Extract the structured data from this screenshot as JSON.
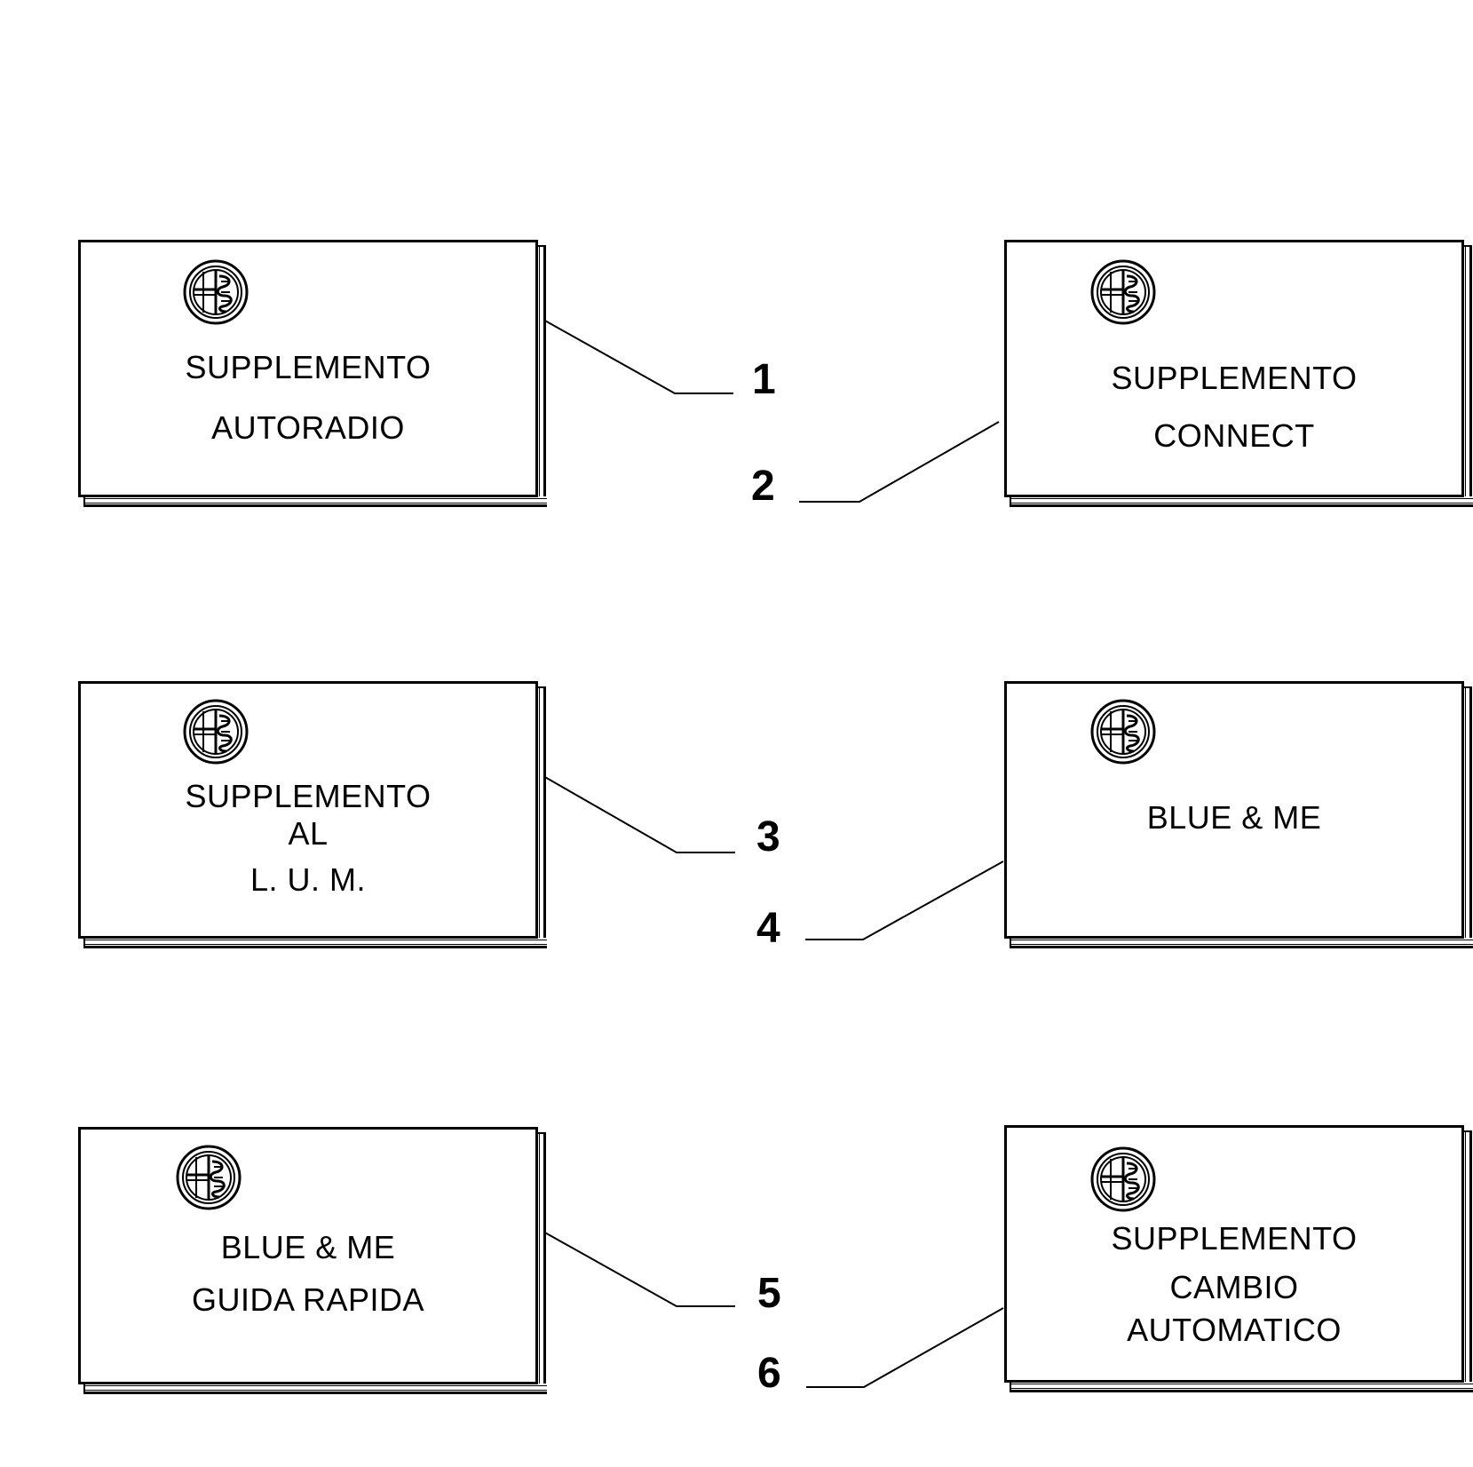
{
  "items": [
    {
      "number": "1",
      "lines": [
        "SUPPLEMENTO",
        "AUTORADIO"
      ]
    },
    {
      "number": "2",
      "lines": [
        "SUPPLEMENTO",
        "CONNECT"
      ]
    },
    {
      "number": "3",
      "lines": [
        "SUPPLEMENTO",
        "AL",
        "L. U. M."
      ]
    },
    {
      "number": "4",
      "lines": [
        "BLUE & ME"
      ]
    },
    {
      "number": "5",
      "lines": [
        "BLUE & ME",
        "GUIDA RAPIDA"
      ]
    },
    {
      "number": "6",
      "lines": [
        "SUPPLEMENTO",
        "CAMBIO",
        "AUTOMATICO"
      ]
    }
  ],
  "icons": {
    "booklet_emblem": "alfa-romeo-badge-icon"
  },
  "colors": {
    "ink": "#000000",
    "paper": "#ffffff"
  }
}
